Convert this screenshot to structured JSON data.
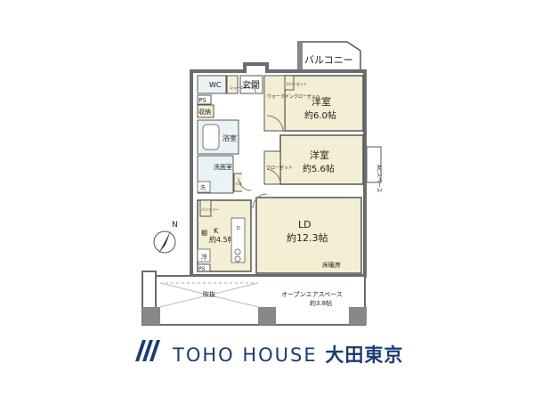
{
  "floorplan": {
    "balcony": "バルコニー",
    "entrance": "玄関",
    "wc": "WC",
    "ps": "PS",
    "storage": "収納",
    "bath": "浴室",
    "washroom": "洗面室",
    "washer": "洗",
    "kitchen": {
      "label": "K",
      "size": "約4.5帖"
    },
    "shelf": "棚",
    "fridge": "冷",
    "ps_bottom": "PS",
    "room1": {
      "label": "洋室",
      "size": "約6.0帖"
    },
    "room2": {
      "label": "洋室",
      "size": "約5.6帖"
    },
    "ld": {
      "label": "LD",
      "size": "約12.3帖"
    },
    "walkin": "ウォークインクローゼット",
    "closet1": "クローゼット",
    "closet2": "クローゼット",
    "shoe": "シューズボックス",
    "floor_heating": "床暖房",
    "ac_space": "ACスペース",
    "atrium": "吹抜",
    "open_air": {
      "label": "オープンエアスペース",
      "size": "約3.8帖"
    },
    "pantry": "パントリー",
    "linen": "リネン",
    "d_label": "D",
    "compass": "N"
  },
  "brand": {
    "name": "TOHO HOUSE",
    "branch": "大田東京",
    "color": "#1b3b73"
  },
  "colors": {
    "wall": "#6b6b6b",
    "room_fill": "#f4efd4",
    "wet_fill": "#e9f2f5",
    "outdoor_fill": "#ffffff",
    "line": "#555555"
  }
}
